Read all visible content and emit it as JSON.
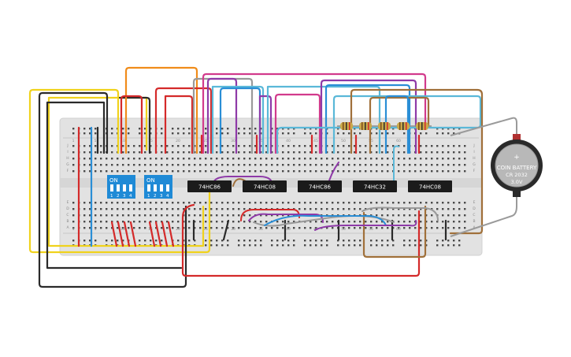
{
  "breadboard": {
    "column_numbers": [
      "1",
      "5",
      "10",
      "15",
      "20",
      "25",
      "30",
      "35",
      "40",
      "45",
      "50",
      "55",
      "60"
    ],
    "row_letters_top": [
      "J",
      "I",
      "H",
      "G",
      "F"
    ],
    "row_letters_bottom": [
      "E",
      "D",
      "C",
      "B",
      "A"
    ]
  },
  "dip_switches": [
    {
      "on_label": "ON",
      "numbers": [
        "1",
        "2",
        "3",
        "4"
      ]
    },
    {
      "on_label": "ON",
      "numbers": [
        "1",
        "2",
        "3",
        "4"
      ]
    }
  ],
  "chips": [
    {
      "label": "74HC86"
    },
    {
      "label": "74HC08"
    },
    {
      "label": "74HC86"
    },
    {
      "label": "74HC32"
    },
    {
      "label": "74HC08"
    }
  ],
  "battery": {
    "plus": "+",
    "line1": "COIN BATTERY",
    "line2": "CR 2032",
    "line3": "3.0V"
  },
  "colors": {
    "board": "#e3e3e3",
    "chip": "#1b1b1b",
    "dip": "#1f8ad6",
    "resistor": "#c9a94a",
    "red": "#d42a2a",
    "black": "#2a2a2a",
    "yellow": "#f0d21c",
    "orange": "#f08c1a",
    "purple": "#8e3aa8",
    "magenta": "#d23a8c",
    "cyan": "#5ab8d8",
    "blue": "#2a8ed6",
    "brown": "#a0703a",
    "gray": "#9a9a9a"
  }
}
